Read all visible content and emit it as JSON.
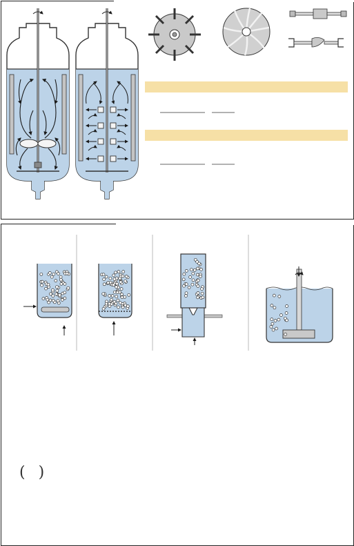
{
  "colors": {
    "liquid": "#bcd3e8",
    "liquid_dark": "#8fb0cf",
    "tank_stroke": "#333333",
    "highlight_band": "#f6e0a6",
    "impeller_fill": "#c9c9c9",
    "baffle_fill": "#c4c4c4",
    "arrow": "#1a1a1a"
  },
  "figures": {
    "top": {
      "tanks": [
        {
          "id": "single-impeller-tank",
          "impellers": 1
        },
        {
          "id": "multi-impeller-tank",
          "impellers": 4
        }
      ],
      "impeller_types": [
        "turbine-impeller",
        "curved-blade-impeller",
        "straight-coupling-shaft",
        "flexible-coupling-shaft"
      ],
      "band_rows": 2
    },
    "bottom": {
      "aerators": [
        "sparger-ring-tank",
        "porous-plate-tank",
        "nozzle-ejector",
        "self-inducing-agitator"
      ]
    }
  },
  "bottom_notes": {
    "parentheses": "( )"
  }
}
